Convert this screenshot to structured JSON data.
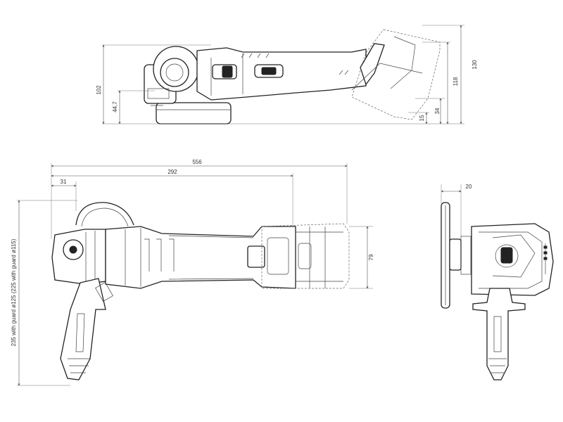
{
  "dimensions": {
    "top_height_total": "130",
    "top_height_118": "118",
    "top_height_102": "102",
    "top_height_44_7": "44,7",
    "top_height_34": "34",
    "top_height_15": "15",
    "front_length_total": "556",
    "front_length_292": "292",
    "front_offset_31": "31",
    "front_width_79": "79",
    "front_handle_span": "235 with guard ø125  (225 with guard ø115)",
    "side_offset_20": "20"
  }
}
